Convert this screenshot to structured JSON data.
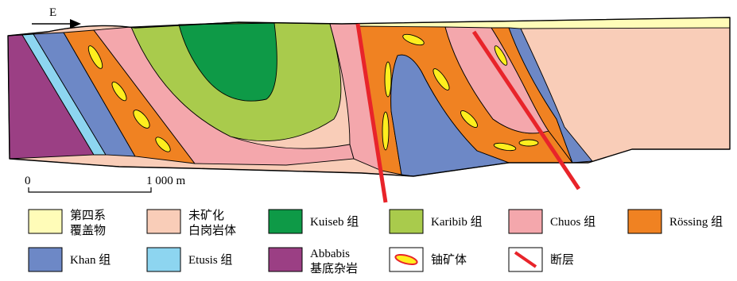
{
  "direction": {
    "label": "E"
  },
  "scale_bar": {
    "start": "0",
    "end": "1 000 m"
  },
  "colors": {
    "cover": "#FFFCB8",
    "granite": "#F9CDB8",
    "kuiseb": "#0E9A47",
    "karibib": "#A9CB4C",
    "chuos": "#F4A7AC",
    "rossing": "#F08222",
    "khan": "#6D88C6",
    "etusis": "#8DD5F0",
    "abbabis": "#9B3F84",
    "orebody": "#FFEE1E",
    "fault": "#E8242A"
  },
  "legend": [
    {
      "key": "cover",
      "lines": [
        "第四系",
        "覆盖物"
      ]
    },
    {
      "key": "granite",
      "lines": [
        "未矿化",
        "白岗岩体"
      ]
    },
    {
      "key": "kuiseb",
      "lines": [
        "Kuiseb 组"
      ]
    },
    {
      "key": "karibib",
      "lines": [
        "Karibib 组"
      ]
    },
    {
      "key": "chuos",
      "lines": [
        "Chuos 组"
      ]
    },
    {
      "key": "rossing",
      "lines": [
        "Rössing 组"
      ]
    },
    {
      "key": "khan",
      "lines": [
        "Khan 组"
      ]
    },
    {
      "key": "etusis",
      "lines": [
        "Etusis 组"
      ]
    },
    {
      "key": "abbabis",
      "lines": [
        "Abbabis",
        "基底杂岩"
      ]
    },
    {
      "key": "orebody",
      "lines": [
        "铀矿体"
      ]
    },
    {
      "key": "fault",
      "lines": [
        "断层"
      ]
    }
  ]
}
